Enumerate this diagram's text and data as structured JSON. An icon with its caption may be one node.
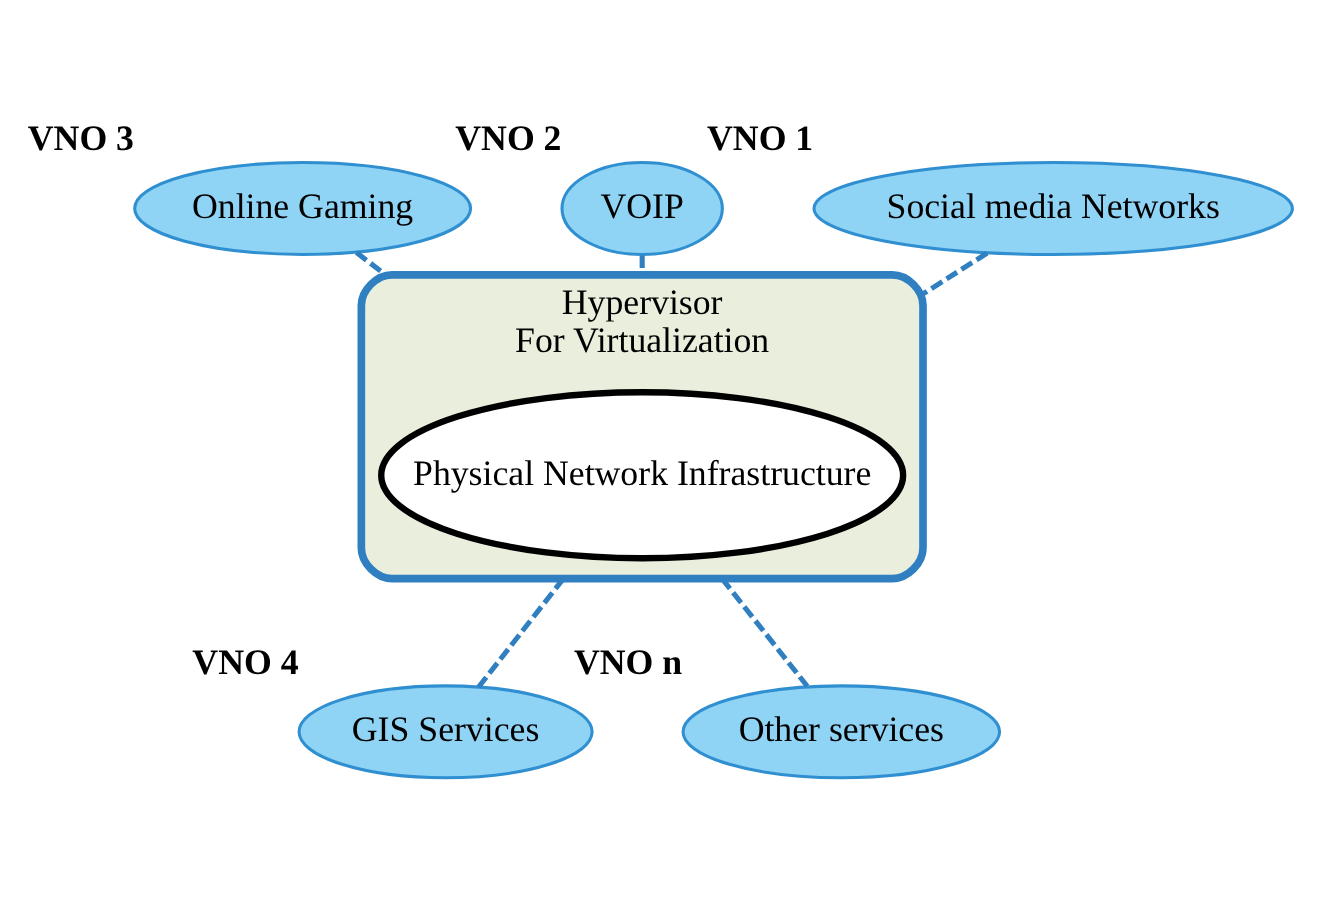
{
  "diagram": {
    "nodes": [
      {
        "text": [
          "VOIP"
        ],
        "beside": [
          "VNO 2"
        ]
      },
      {
        "text": [
          "Online Gaming"
        ],
        "beside": [
          "VNO 3"
        ]
      },
      {
        "text": [
          "Social media Networks"
        ],
        "beside": [
          "VNO 1"
        ]
      },
      {
        "text": [
          "Hypervisor",
          "For Virtualization"
        ]
      },
      {
        "text": [
          "Physical Network Infrastructure"
        ],
        "in": 3
      },
      {
        "text": [
          "GIS Services"
        ],
        "beside": [
          "VNO 4"
        ]
      },
      {
        "text": [
          "Other services"
        ],
        "beside": [
          "VNO n"
        ]
      }
    ],
    "edges": [
      {
        "from": 3,
        "to": 0,
        "arrow": "none",
        "style": "dashed"
      },
      {
        "from": 3,
        "to": 1,
        "arrow": "none",
        "style": "dashed"
      },
      {
        "from": 3,
        "to": 2,
        "arrow": "none",
        "style": "dashed"
      },
      {
        "from": 3,
        "to": 5,
        "arrow": "none",
        "style": "dashed"
      },
      {
        "from": 3,
        "to": 6,
        "arrow": "none",
        "style": "dashed"
      }
    ]
  }
}
